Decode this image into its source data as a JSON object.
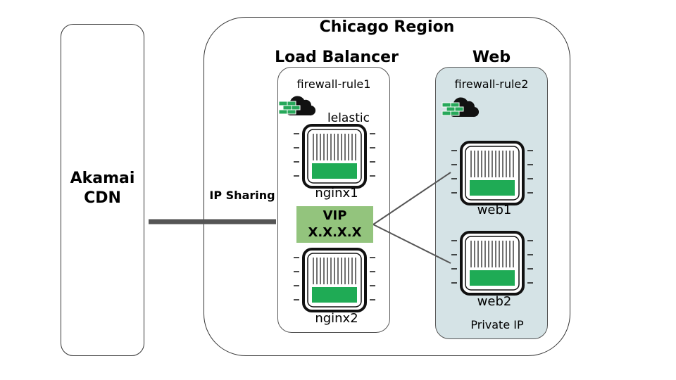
{
  "cdn": {
    "label": "Akamai\nCDN"
  },
  "region": {
    "title": "Chicago Region"
  },
  "load_balancer": {
    "title": "Load Balancer",
    "firewall": "firewall-rule1",
    "lelastic": "lelastic",
    "nodes": [
      "nginx1",
      "nginx2"
    ]
  },
  "web": {
    "title": "Web",
    "firewall": "firewall-rule2",
    "nodes": [
      "web1",
      "web2"
    ],
    "network": "Private IP"
  },
  "connection": {
    "label": "IP Sharing"
  },
  "vip": {
    "line1": "VIP",
    "line2": "X.X.X.X"
  },
  "colors": {
    "node_fill": "#1fab55",
    "vip_fill": "#93c47d",
    "web_panel": "#d5e3e6",
    "firewall": "#27a85a"
  },
  "icons": [
    "firewall-cloud-icon",
    "server-chip-icon"
  ]
}
